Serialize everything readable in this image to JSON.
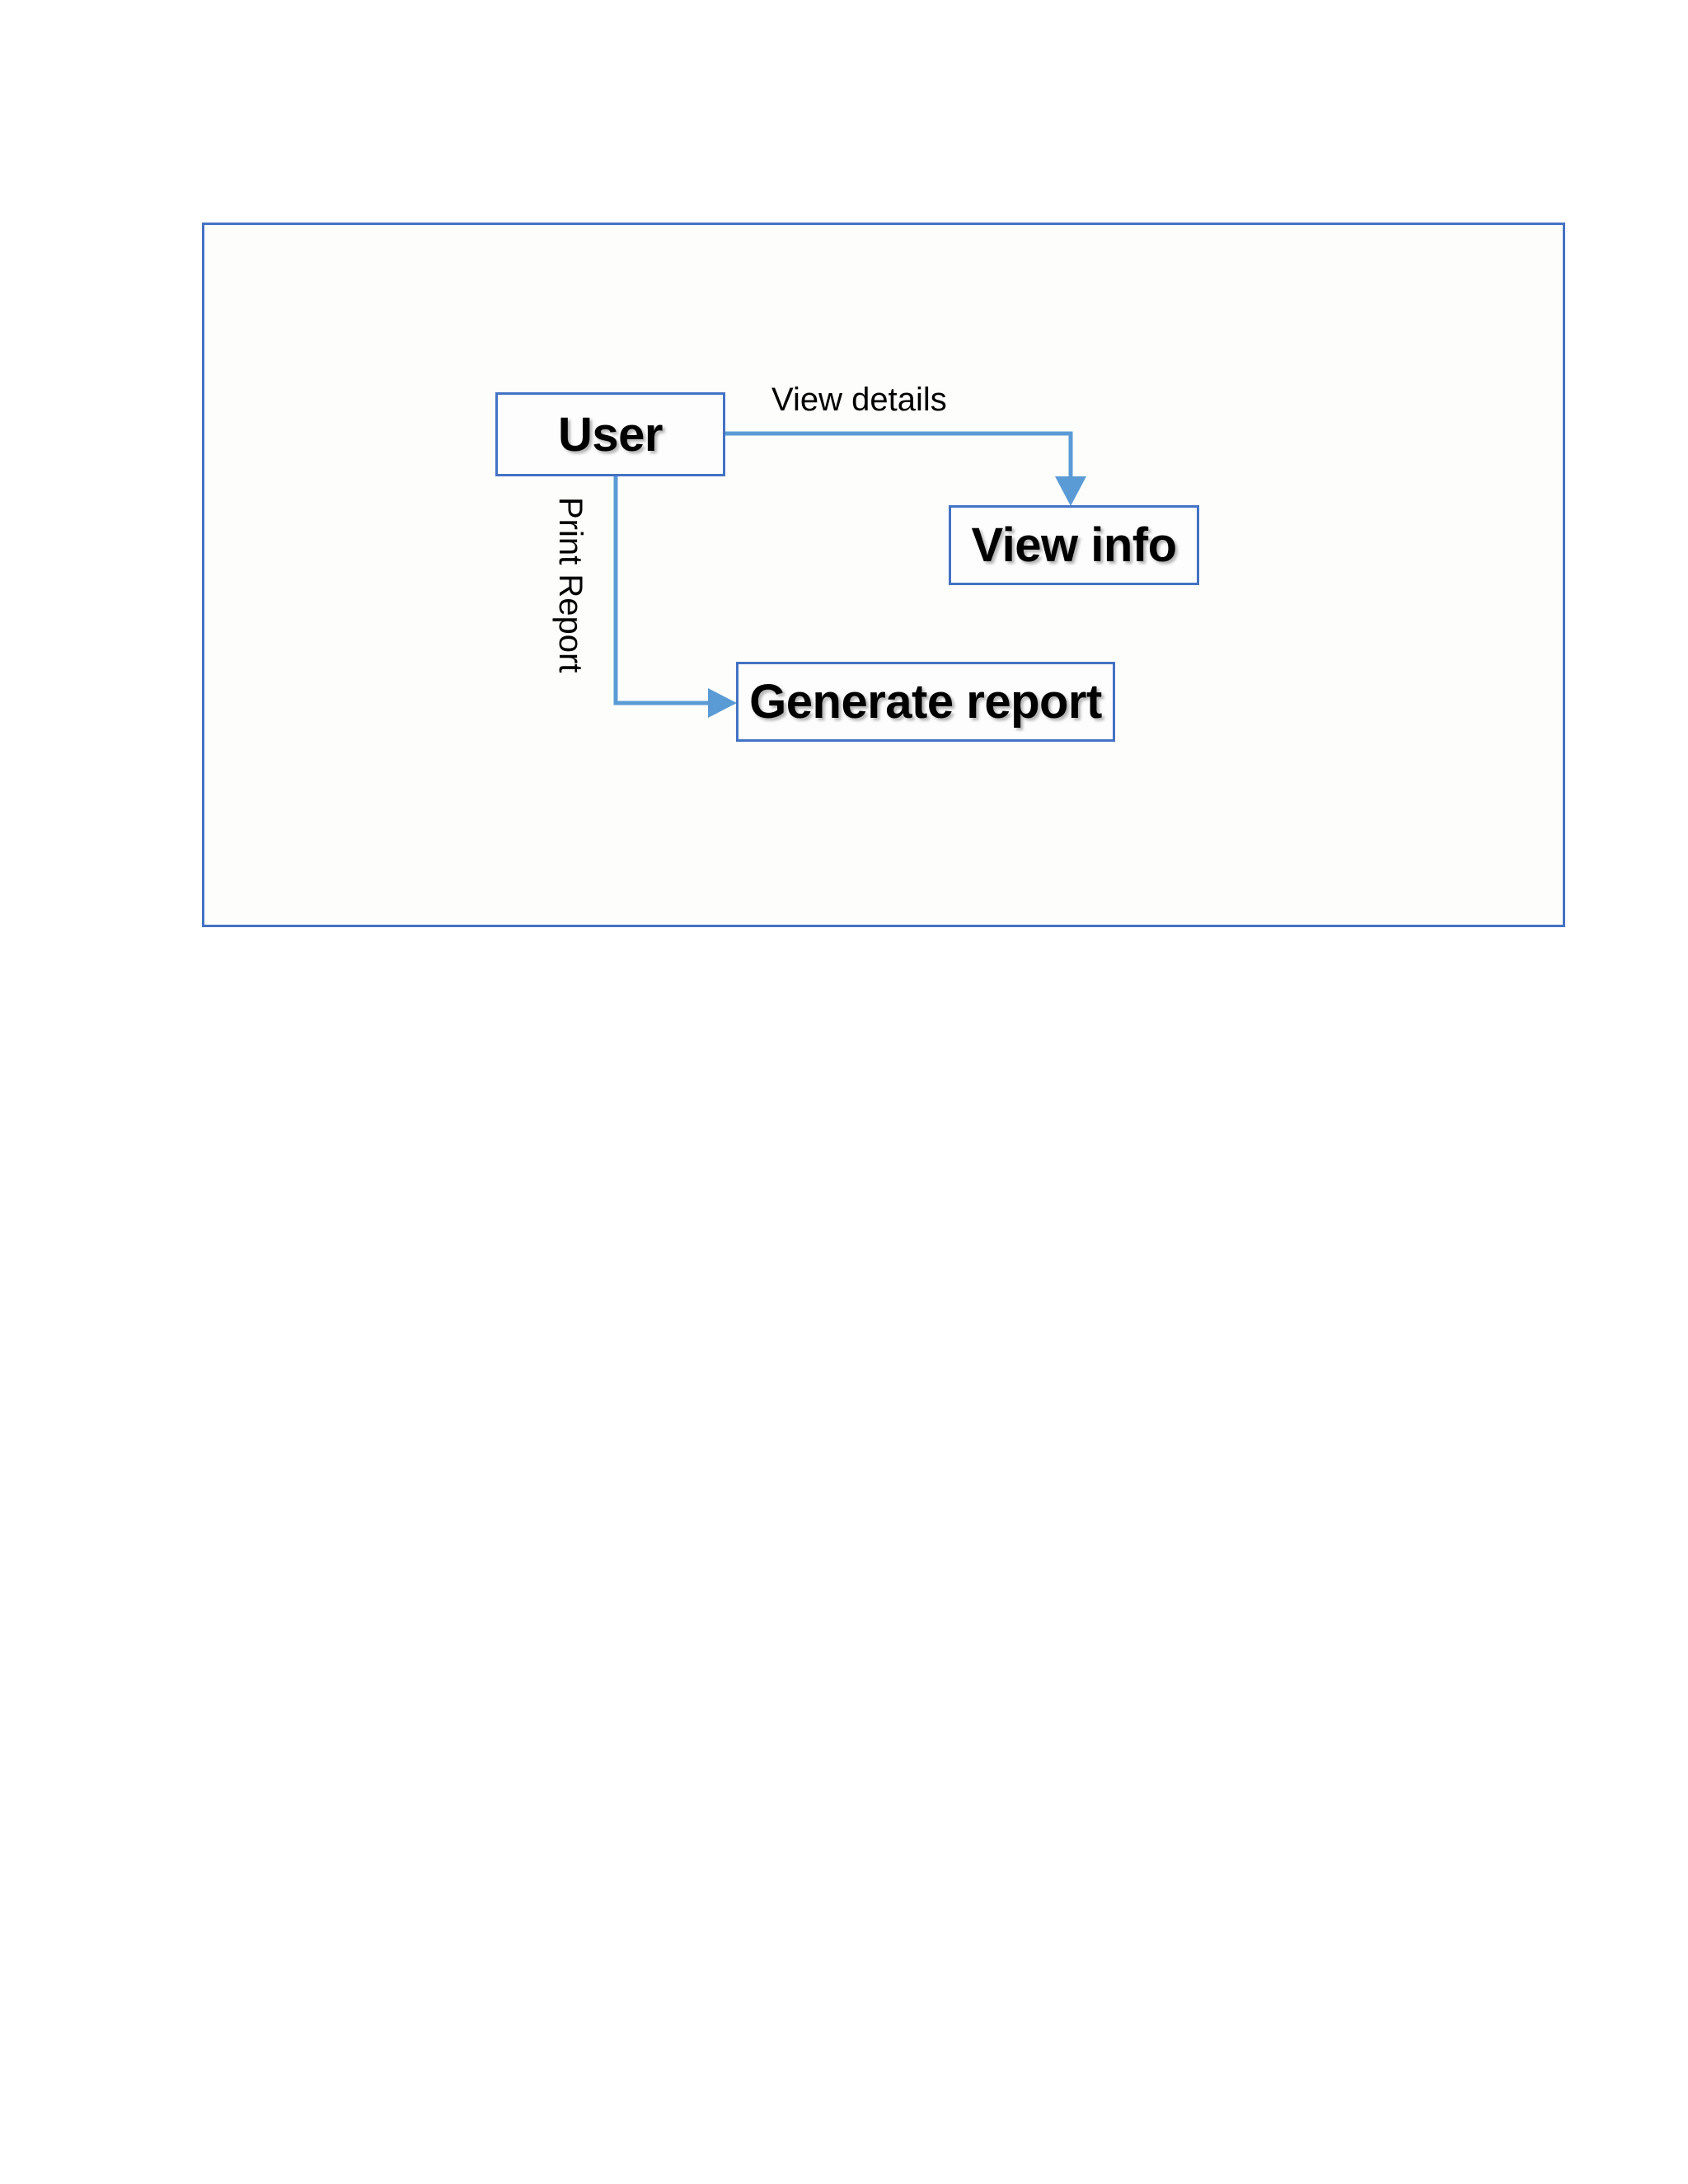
{
  "diagram": {
    "type": "flow-diagram",
    "title": "",
    "frame": {
      "border_color": "#4472C4",
      "background_color": "#FDFDFC"
    },
    "nodes": [
      {
        "id": "user",
        "label": "User",
        "shape": "rectangle",
        "border_color": "#4472C4",
        "fill_color": "#FDFDFD",
        "text_color": "#000000"
      },
      {
        "id": "view-info",
        "label": "View info",
        "shape": "rectangle",
        "border_color": "#4472C4",
        "fill_color": "#FDFDFD",
        "text_color": "#000000"
      },
      {
        "id": "generate-report",
        "label": "Generate report",
        "shape": "rectangle",
        "border_color": "#4472C4",
        "fill_color": "#FDFDFD",
        "text_color": "#000000"
      }
    ],
    "edges": [
      {
        "id": "user-to-view-info",
        "from": "user",
        "to": "view-info",
        "label": "View details",
        "orientation": "horizontal-then-down",
        "color": "#5B9BD5",
        "arrowhead": "down"
      },
      {
        "id": "user-to-generate-report",
        "from": "user",
        "to": "generate-report",
        "label": "Print Report",
        "orientation": "down-then-horizontal",
        "color": "#5B9BD5",
        "arrowhead": "right",
        "label_rotation_degrees": 90
      }
    ]
  }
}
